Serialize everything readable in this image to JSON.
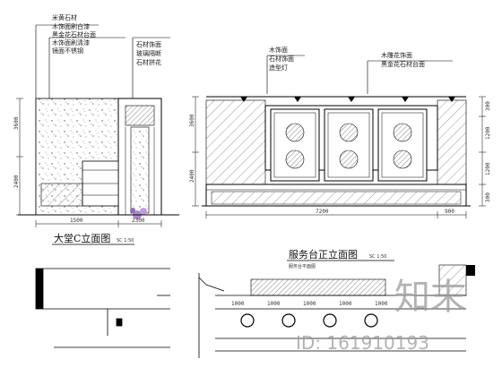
{
  "left_elevation": {
    "title": "大堂C立面图",
    "scale": "SC 1:50",
    "callouts": [
      "米黄石材",
      "木饰面刷白漆",
      "黑金花石材台面",
      "木饰面刷清漆",
      "镜面不锈钢",
      "石材饰面",
      "玻璃隔断",
      "石材拼花"
    ],
    "dims_left": [
      "3600",
      "2400"
    ],
    "dims_bottom": [
      "1500",
      "2300"
    ]
  },
  "right_elevation": {
    "title": "服务台正立面图",
    "scale": "SC 1:50",
    "callouts_left": [
      "木饰面",
      "石材饰面",
      "造型灯"
    ],
    "callouts_right": [
      "木雕花饰面",
      "黑金花石材台面"
    ],
    "dims_left": [
      "3600",
      "2400"
    ],
    "dims_right": [
      "300",
      "1200",
      "1200",
      "300"
    ],
    "dims_bottom": [
      "7200",
      "900"
    ]
  },
  "plan": {
    "label": "服务台平面图",
    "dims": [
      "1000",
      "1000",
      "1000",
      "1000",
      "1000"
    ]
  },
  "watermark": {
    "brand": "知末",
    "id": "ID: 161910193"
  }
}
